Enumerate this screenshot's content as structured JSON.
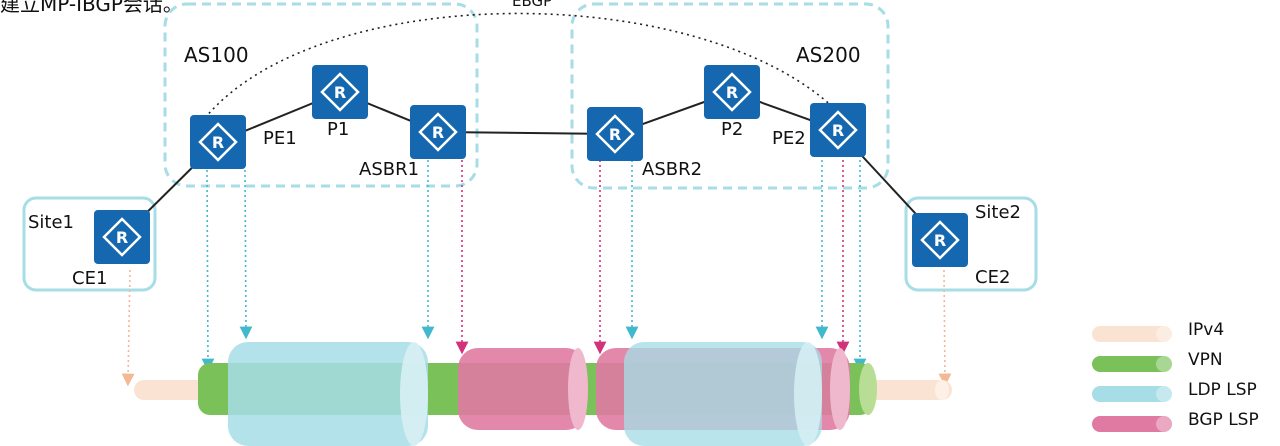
{
  "caption": "建立MP-IBGP会话。",
  "session_label": "EBGP",
  "as_labels": {
    "as100": "AS100",
    "as200": "AS200"
  },
  "routers": {
    "pe1": "PE1",
    "p1": "P1",
    "asbr1": "ASBR1",
    "asbr2": "ASBR2",
    "p2": "P2",
    "pe2": "PE2",
    "ce1": "CE1",
    "ce2": "CE2"
  },
  "sites": {
    "site1": "Site1",
    "site2": "Site2"
  },
  "router_icon": "router-icon",
  "colors": {
    "router": "#1567b0",
    "as_border": "#a6dde6",
    "ipv4": "#fbe3d4",
    "vpn": "#7ac15a",
    "ldp": "#a7dde6",
    "bgp": "#e07aa2",
    "arrow_cyan": "#41b9cc",
    "arrow_pink": "#d2327a",
    "arrow_peach": "#f3b894"
  },
  "legend": [
    {
      "label": "IPv4",
      "key": "ipv4"
    },
    {
      "label": "VPN",
      "key": "vpn"
    },
    {
      "label": "LDP LSP",
      "key": "ldp"
    },
    {
      "label": "BGP LSP",
      "key": "bgp"
    }
  ]
}
